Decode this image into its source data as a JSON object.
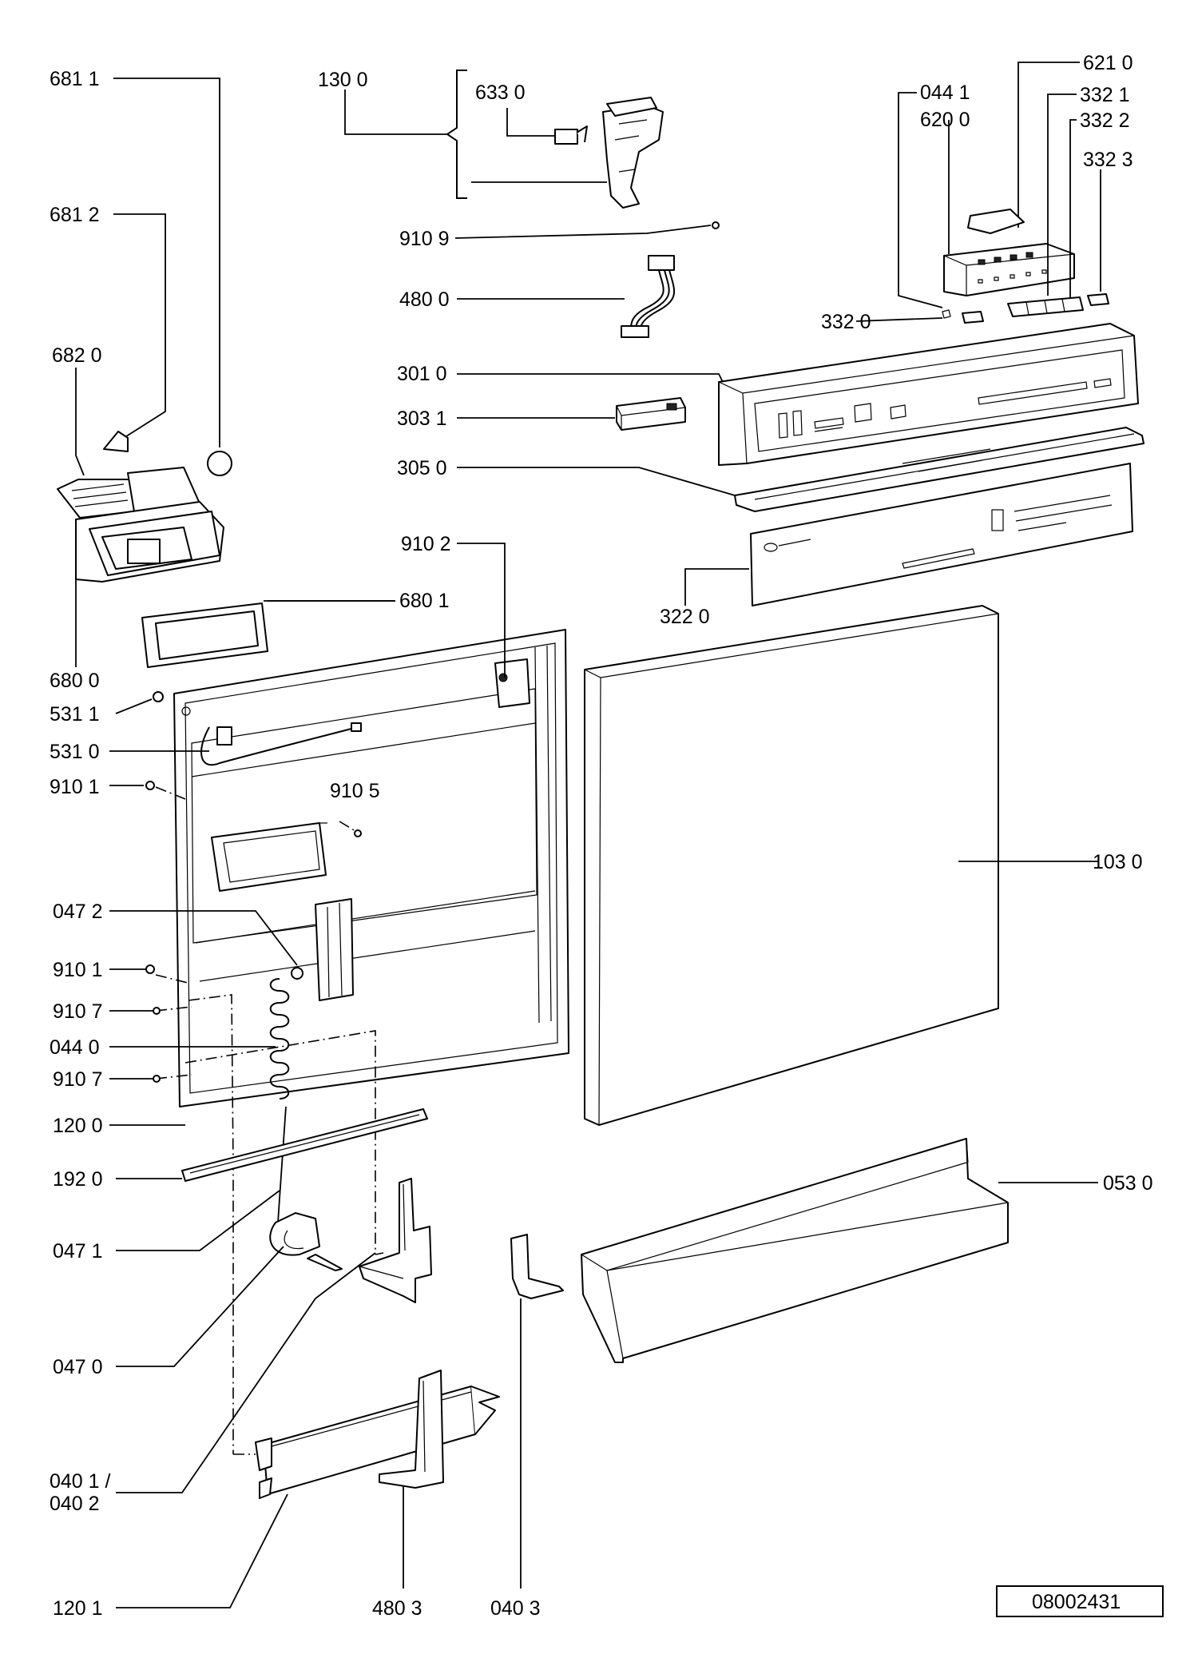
{
  "document_number": "08002431",
  "callouts": {
    "c_681_1": "681 1",
    "c_681_2": "681 2",
    "c_682_0": "682 0",
    "c_680_0": "680 0",
    "c_680_1": "680 1",
    "c_130_0": "130 0",
    "c_633_0": "633 0",
    "c_910_9": "910 9",
    "c_480_0": "480 0",
    "c_044_1": "044 1",
    "c_620_0": "620 0",
    "c_621_0": "621 0",
    "c_332_1": "332 1",
    "c_332_2": "332 2",
    "c_332_3": "332 3",
    "c_332_0": "332 0",
    "c_301_0": "301 0",
    "c_303_1": "303 1",
    "c_305_0": "305 0",
    "c_322_0": "322 0",
    "c_910_2": "910 2",
    "c_531_1": "531 1",
    "c_531_0": "531 0",
    "c_910_1_a": "910 1",
    "c_910_5": "910 5",
    "c_103_0": "103 0",
    "c_047_2": "047 2",
    "c_910_1_b": "910 1",
    "c_910_7_a": "910 7",
    "c_044_0": "044 0",
    "c_910_7_b": "910 7",
    "c_120_0": "120 0",
    "c_192_0": "192 0",
    "c_047_1": "047 1",
    "c_053_0": "053 0",
    "c_047_0": "047 0",
    "c_040_1": "040 1 /",
    "c_040_2": "040 2",
    "c_120_1": "120 1",
    "c_480_3": "480 3",
    "c_040_3": "040 3"
  }
}
